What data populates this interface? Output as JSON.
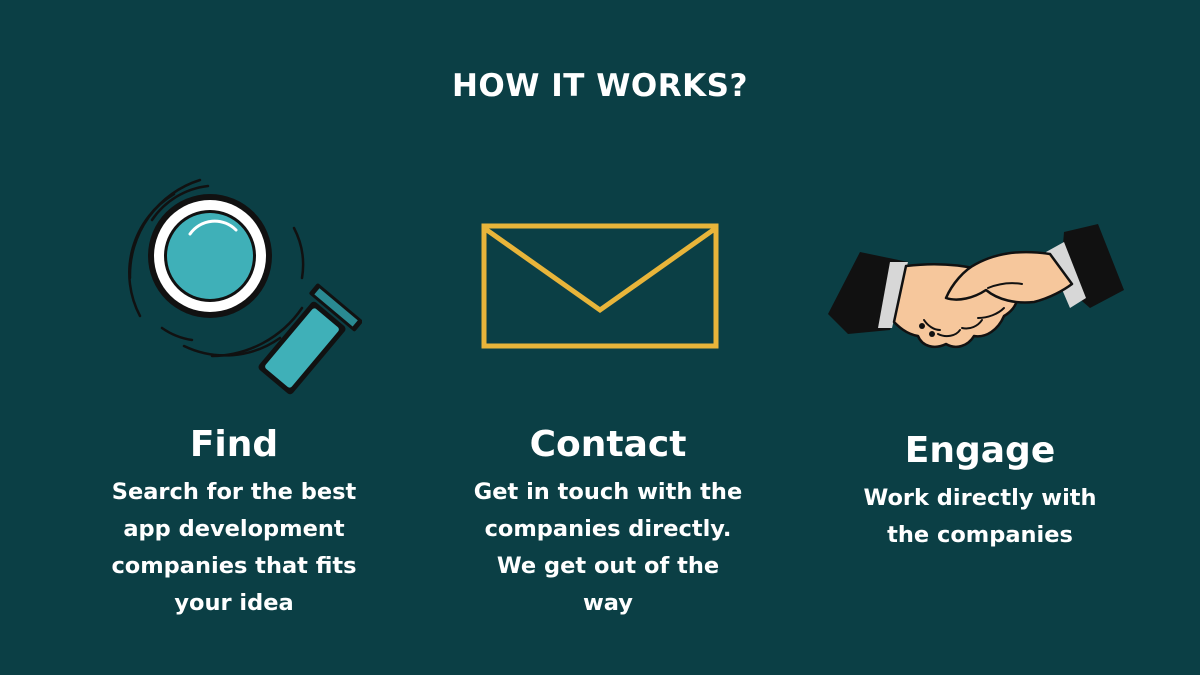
{
  "header": {
    "title": "HOW IT WORKS?"
  },
  "steps": [
    {
      "title": "Find",
      "description_lines": [
        "Search for the best",
        "app development",
        "companies that fits",
        "your idea"
      ],
      "icon": "magnifying-glass-icon"
    },
    {
      "title": "Contact",
      "description_lines": [
        "Get in touch with the",
        "companies directly.",
        "We get out of the",
        "way"
      ],
      "icon": "envelope-icon"
    },
    {
      "title": "Engage",
      "description_lines": [
        "Work directly with",
        "the companies"
      ],
      "icon": "handshake-icon"
    }
  ],
  "colors": {
    "background": "#0b3f45",
    "text": "#ffffff",
    "envelope": "#e8b53a",
    "magnifier_lens": "#3fb0b8",
    "skin": "#f6c79c"
  }
}
